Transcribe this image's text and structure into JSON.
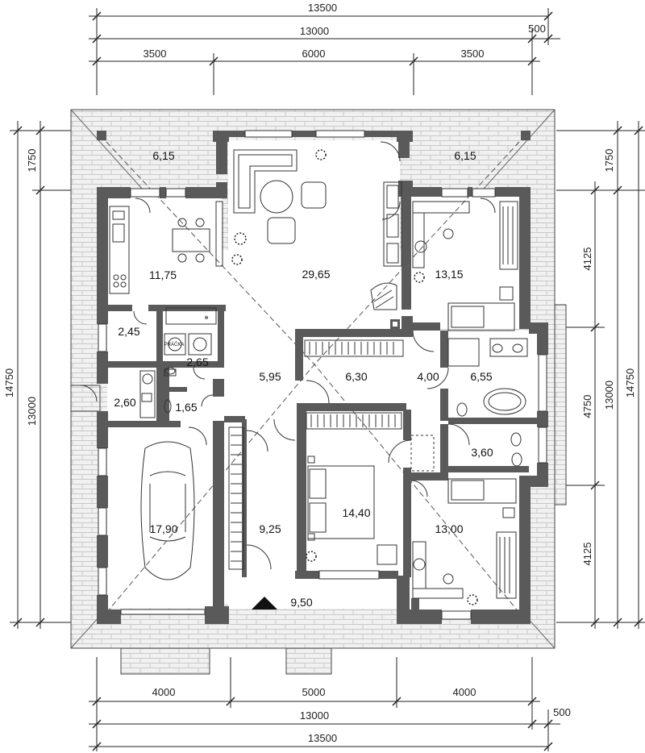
{
  "dimensions": {
    "top": {
      "overall": "13500",
      "inner": "13000",
      "offset": "500",
      "segments": [
        "3500",
        "6000",
        "3500"
      ]
    },
    "bottom": {
      "overall": "13500",
      "inner": "13000",
      "offset": "500",
      "segments": [
        "4000",
        "5000",
        "4000"
      ]
    },
    "left": {
      "overall": "14750",
      "inner": "13000",
      "offset": "1750"
    },
    "right": {
      "overall": "14750",
      "inner": "13000",
      "offset": "1750",
      "segments": [
        "4125",
        "4750",
        "4125"
      ]
    }
  },
  "rooms": {
    "terrace_left": "6,15",
    "terrace_right": "6,15",
    "kitchen": "11,75",
    "living": "29,65",
    "bedroom_ne": "13,15",
    "pantry": "2,45",
    "laundry": "2,65",
    "laundry_label": "PRÁČKA",
    "hall": "5,95",
    "corridor": "6,30",
    "corridor_small": "4,00",
    "bathroom": "6,55",
    "utility": "2,60",
    "wc_small": "1,65",
    "wc": "3,60",
    "garage": "17,90",
    "vestibule": "9,25",
    "bedroom_master": "14,40",
    "bedroom_se": "13,00",
    "entrance": "9,50"
  },
  "colors": {
    "wall": "#5a5a5a",
    "paving_fill": "#f1f1f1",
    "paving_line": "#c9c9c9",
    "paper": "#ffffff"
  }
}
